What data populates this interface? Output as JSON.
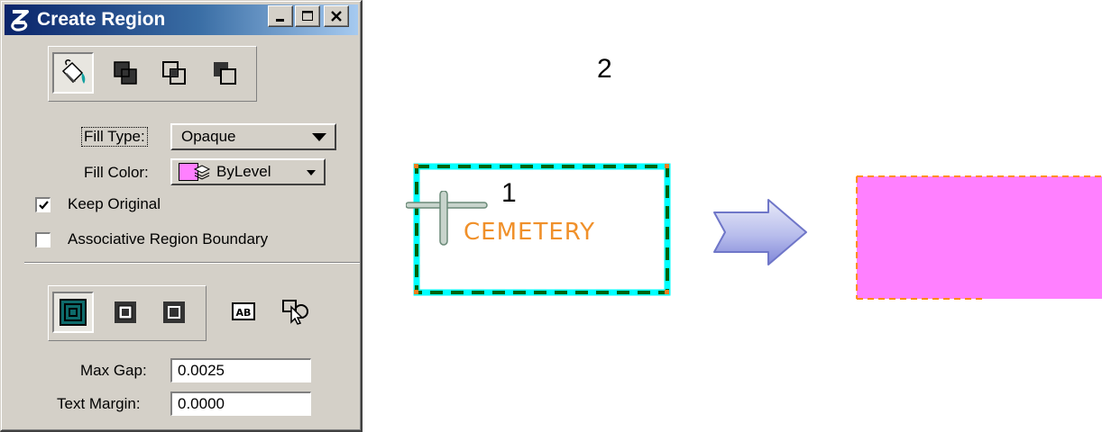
{
  "dialog": {
    "title": "Create Region",
    "fill_type": {
      "label": "Fill Type:",
      "value": "Opaque"
    },
    "fill_color": {
      "label": "Fill Color:",
      "value": "ByLevel",
      "swatch": "#ff80ff"
    },
    "keep_original": {
      "label": "Keep Original",
      "checked": true
    },
    "associative_boundary": {
      "label": "Associative Region Boundary",
      "checked": false
    },
    "max_gap": {
      "label": "Max Gap:",
      "value": "0.0025"
    },
    "text_margin": {
      "label": "Text Margin:",
      "value": "0.0000"
    }
  },
  "illustration": {
    "step1_label": "1",
    "step2_label": "2",
    "element_text": "CEMETERY",
    "colors": {
      "highlight": "#00ffff",
      "dashed_border": "#006400",
      "text": "#f0902a",
      "region_fill": "#ff80ff",
      "region_border": "#ff8c00",
      "arrow": "#9aa0f0"
    }
  }
}
